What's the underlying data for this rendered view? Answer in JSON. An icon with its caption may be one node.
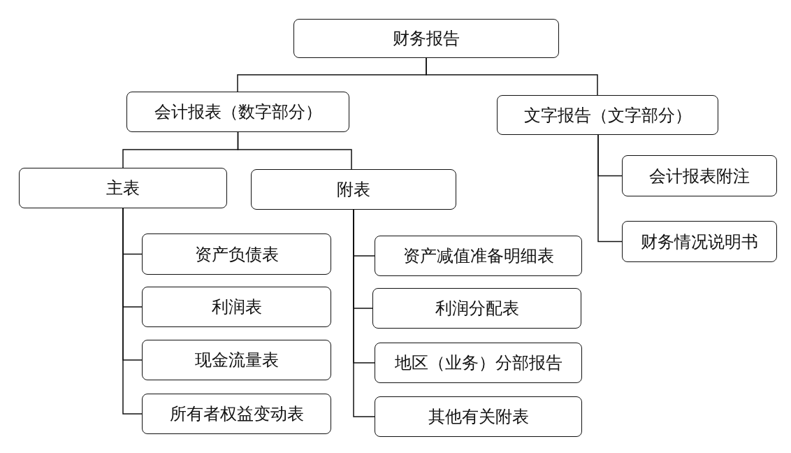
{
  "diagram": {
    "nodes": [
      {
        "text": [
          "财务报告"
        ]
      },
      {
        "text": [
          "会计报表（数字部分）"
        ]
      },
      {
        "text": [
          "文字报告（文字部分）"
        ]
      },
      {
        "text": [
          "主表"
        ]
      },
      {
        "text": [
          "附表"
        ]
      },
      {
        "text": [
          "资产负债表"
        ]
      },
      {
        "text": [
          "利润表"
        ]
      },
      {
        "text": [
          "现金流量表"
        ]
      },
      {
        "text": [
          "所有者权益变动表"
        ]
      },
      {
        "text": [
          "资产减值准备明细表"
        ]
      },
      {
        "text": [
          "利润分配表"
        ]
      },
      {
        "text": [
          "地区（业务）分部报告"
        ]
      },
      {
        "text": [
          "其他有关附表"
        ]
      },
      {
        "text": [
          "会计报表附注"
        ]
      },
      {
        "text": [
          "财务情况说明书"
        ]
      }
    ],
    "edges": [
      {
        "from": 0,
        "to": 1,
        "arrow": "none"
      },
      {
        "from": 0,
        "to": 2,
        "arrow": "none"
      },
      {
        "from": 1,
        "to": 3,
        "arrow": "none"
      },
      {
        "from": 1,
        "to": 4,
        "arrow": "none"
      },
      {
        "from": 3,
        "to": 5,
        "arrow": "none"
      },
      {
        "from": 3,
        "to": 6,
        "arrow": "none"
      },
      {
        "from": 3,
        "to": 7,
        "arrow": "none"
      },
      {
        "from": 3,
        "to": 8,
        "arrow": "none"
      },
      {
        "from": 4,
        "to": 9,
        "arrow": "none"
      },
      {
        "from": 4,
        "to": 10,
        "arrow": "none"
      },
      {
        "from": 4,
        "to": 11,
        "arrow": "none"
      },
      {
        "from": 4,
        "to": 12,
        "arrow": "none"
      },
      {
        "from": 2,
        "to": 13,
        "arrow": "none"
      },
      {
        "from": 2,
        "to": 14,
        "arrow": "none"
      }
    ]
  }
}
